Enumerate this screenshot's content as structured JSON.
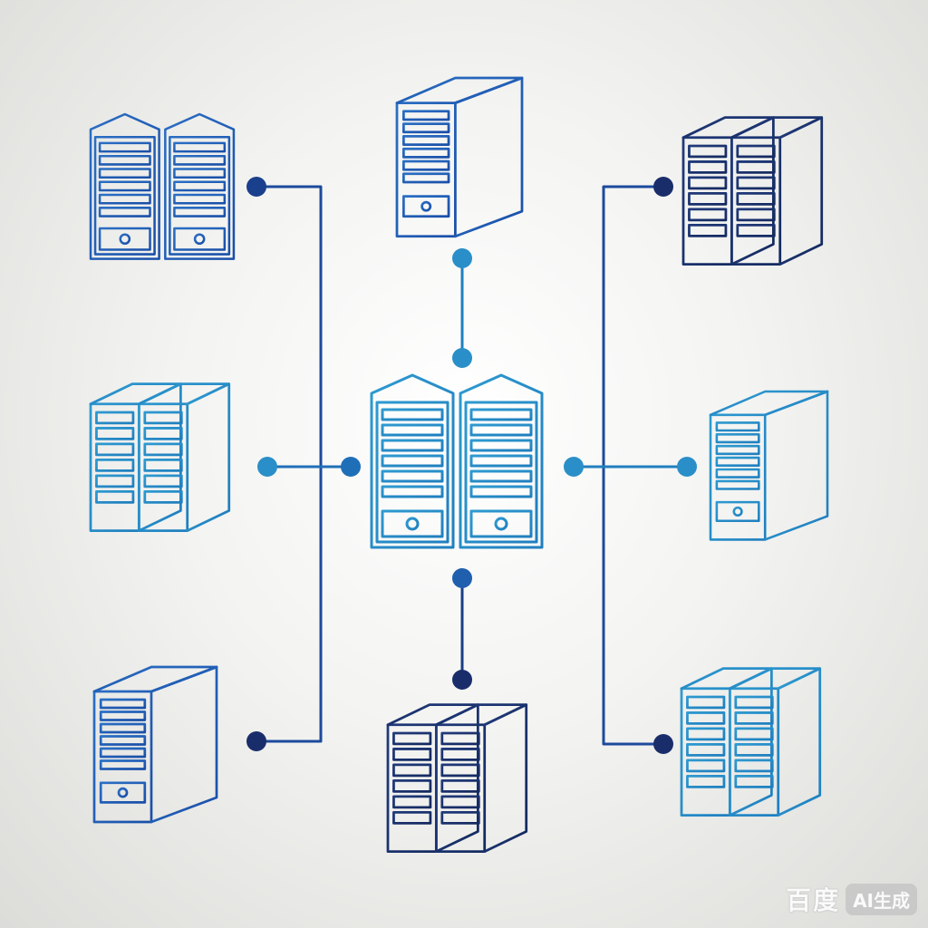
{
  "diagram": {
    "type": "server network topology",
    "colors": {
      "navy": "#1a2d6b",
      "royal": "#1f58b5",
      "sky": "#2a8fc8"
    },
    "nodes": [
      {
        "id": "center",
        "kind": "twin-tower",
        "color": "sky"
      },
      {
        "id": "top",
        "kind": "single-box",
        "color": "royal"
      },
      {
        "id": "bottom",
        "kind": "twin-box",
        "color": "navy"
      },
      {
        "id": "left-top",
        "kind": "twin-tower",
        "color": "royal"
      },
      {
        "id": "left-middle",
        "kind": "twin-box",
        "color": "sky"
      },
      {
        "id": "left-bottom",
        "kind": "single-box",
        "color": "royal"
      },
      {
        "id": "right-top",
        "kind": "twin-box",
        "color": "navy"
      },
      {
        "id": "right-middle",
        "kind": "single-box",
        "color": "sky"
      },
      {
        "id": "right-bottom",
        "kind": "twin-box",
        "color": "sky"
      }
    ],
    "links": [
      {
        "from": "center",
        "to": "top"
      },
      {
        "from": "center",
        "to": "bottom"
      },
      {
        "from": "center",
        "to": "left-top"
      },
      {
        "from": "center",
        "to": "left-middle"
      },
      {
        "from": "center",
        "to": "left-bottom"
      },
      {
        "from": "center",
        "to": "right-top"
      },
      {
        "from": "center",
        "to": "right-middle"
      },
      {
        "from": "center",
        "to": "right-bottom"
      }
    ]
  },
  "watermark": {
    "brand": "百度",
    "badge": "AI生成"
  }
}
